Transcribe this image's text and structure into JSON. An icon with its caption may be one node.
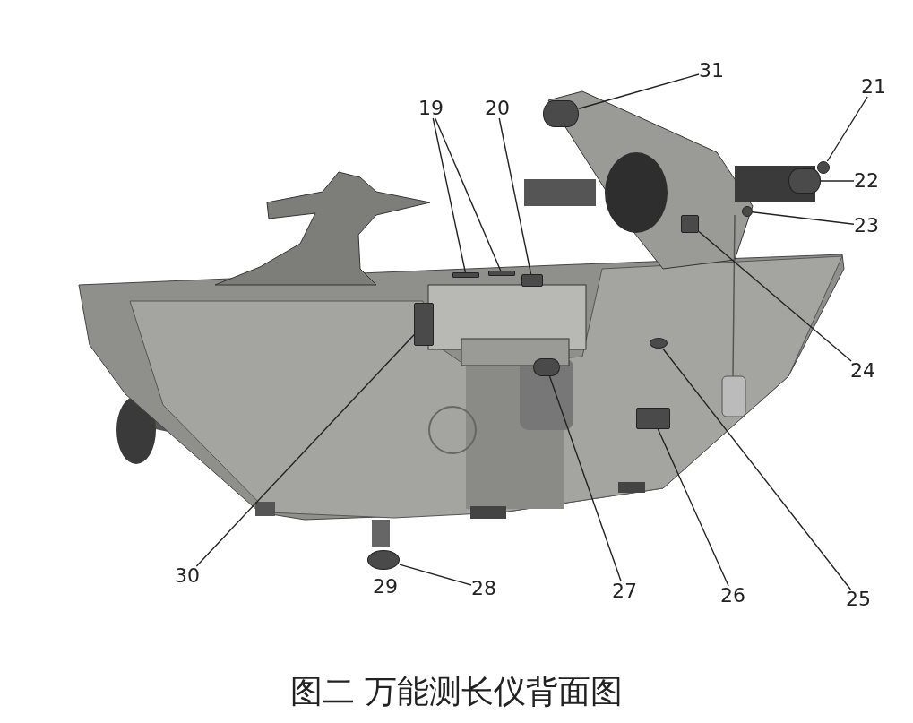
{
  "diagram": {
    "caption": "图二 万能测长仪背面图",
    "nodes": [
      {
        "text": [
          "19"
        ]
      },
      {
        "text": [
          "20"
        ]
      },
      {
        "text": [
          "31"
        ]
      },
      {
        "text": [
          "21"
        ]
      },
      {
        "text": [
          "22"
        ]
      },
      {
        "text": [
          "23"
        ]
      },
      {
        "text": [
          "24"
        ]
      },
      {
        "text": [
          "25"
        ]
      },
      {
        "text": [
          "26"
        ]
      },
      {
        "text": [
          "27"
        ]
      },
      {
        "text": [
          "28"
        ]
      },
      {
        "text": [
          "30"
        ]
      },
      {
        "text": [],
        "shape": "bar"
      },
      {
        "text": [],
        "shape": "bar"
      },
      {
        "text": [],
        "shape": "box"
      },
      {
        "text": [],
        "shape": "cylinder"
      },
      {
        "text": [],
        "shape": "circle"
      },
      {
        "text": [],
        "shape": "cylinder"
      },
      {
        "text": [],
        "shape": "circle"
      },
      {
        "text": [],
        "shape": "box"
      },
      {
        "text": [],
        "shape": "circle"
      },
      {
        "text": [],
        "shape": "box"
      },
      {
        "text": [],
        "shape": "cylinder"
      },
      {
        "text": [],
        "shape": "circle"
      },
      {
        "text": [],
        "shape": "box"
      }
    ],
    "edges": [
      {
        "from": 0,
        "to": 12,
        "arrow": "none"
      },
      {
        "from": 0,
        "to": 13,
        "arrow": "none"
      },
      {
        "from": 1,
        "to": 14,
        "arrow": "none"
      },
      {
        "from": 2,
        "to": 15,
        "arrow": "none"
      },
      {
        "from": 3,
        "to": 16,
        "arrow": "none"
      },
      {
        "from": 4,
        "to": 17,
        "arrow": "none"
      },
      {
        "from": 5,
        "to": 18,
        "arrow": "none"
      },
      {
        "from": 6,
        "to": 19,
        "arrow": "none"
      },
      {
        "from": 7,
        "to": 20,
        "arrow": "none"
      },
      {
        "from": 8,
        "to": 21,
        "arrow": "none"
      },
      {
        "from": 9,
        "to": 22,
        "arrow": "none"
      },
      {
        "from": 10,
        "to": 23,
        "arrow": "none"
      },
      {
        "from": 11,
        "to": 24,
        "arrow": "none"
      }
    ],
    "labels": [
      "29"
    ]
  }
}
